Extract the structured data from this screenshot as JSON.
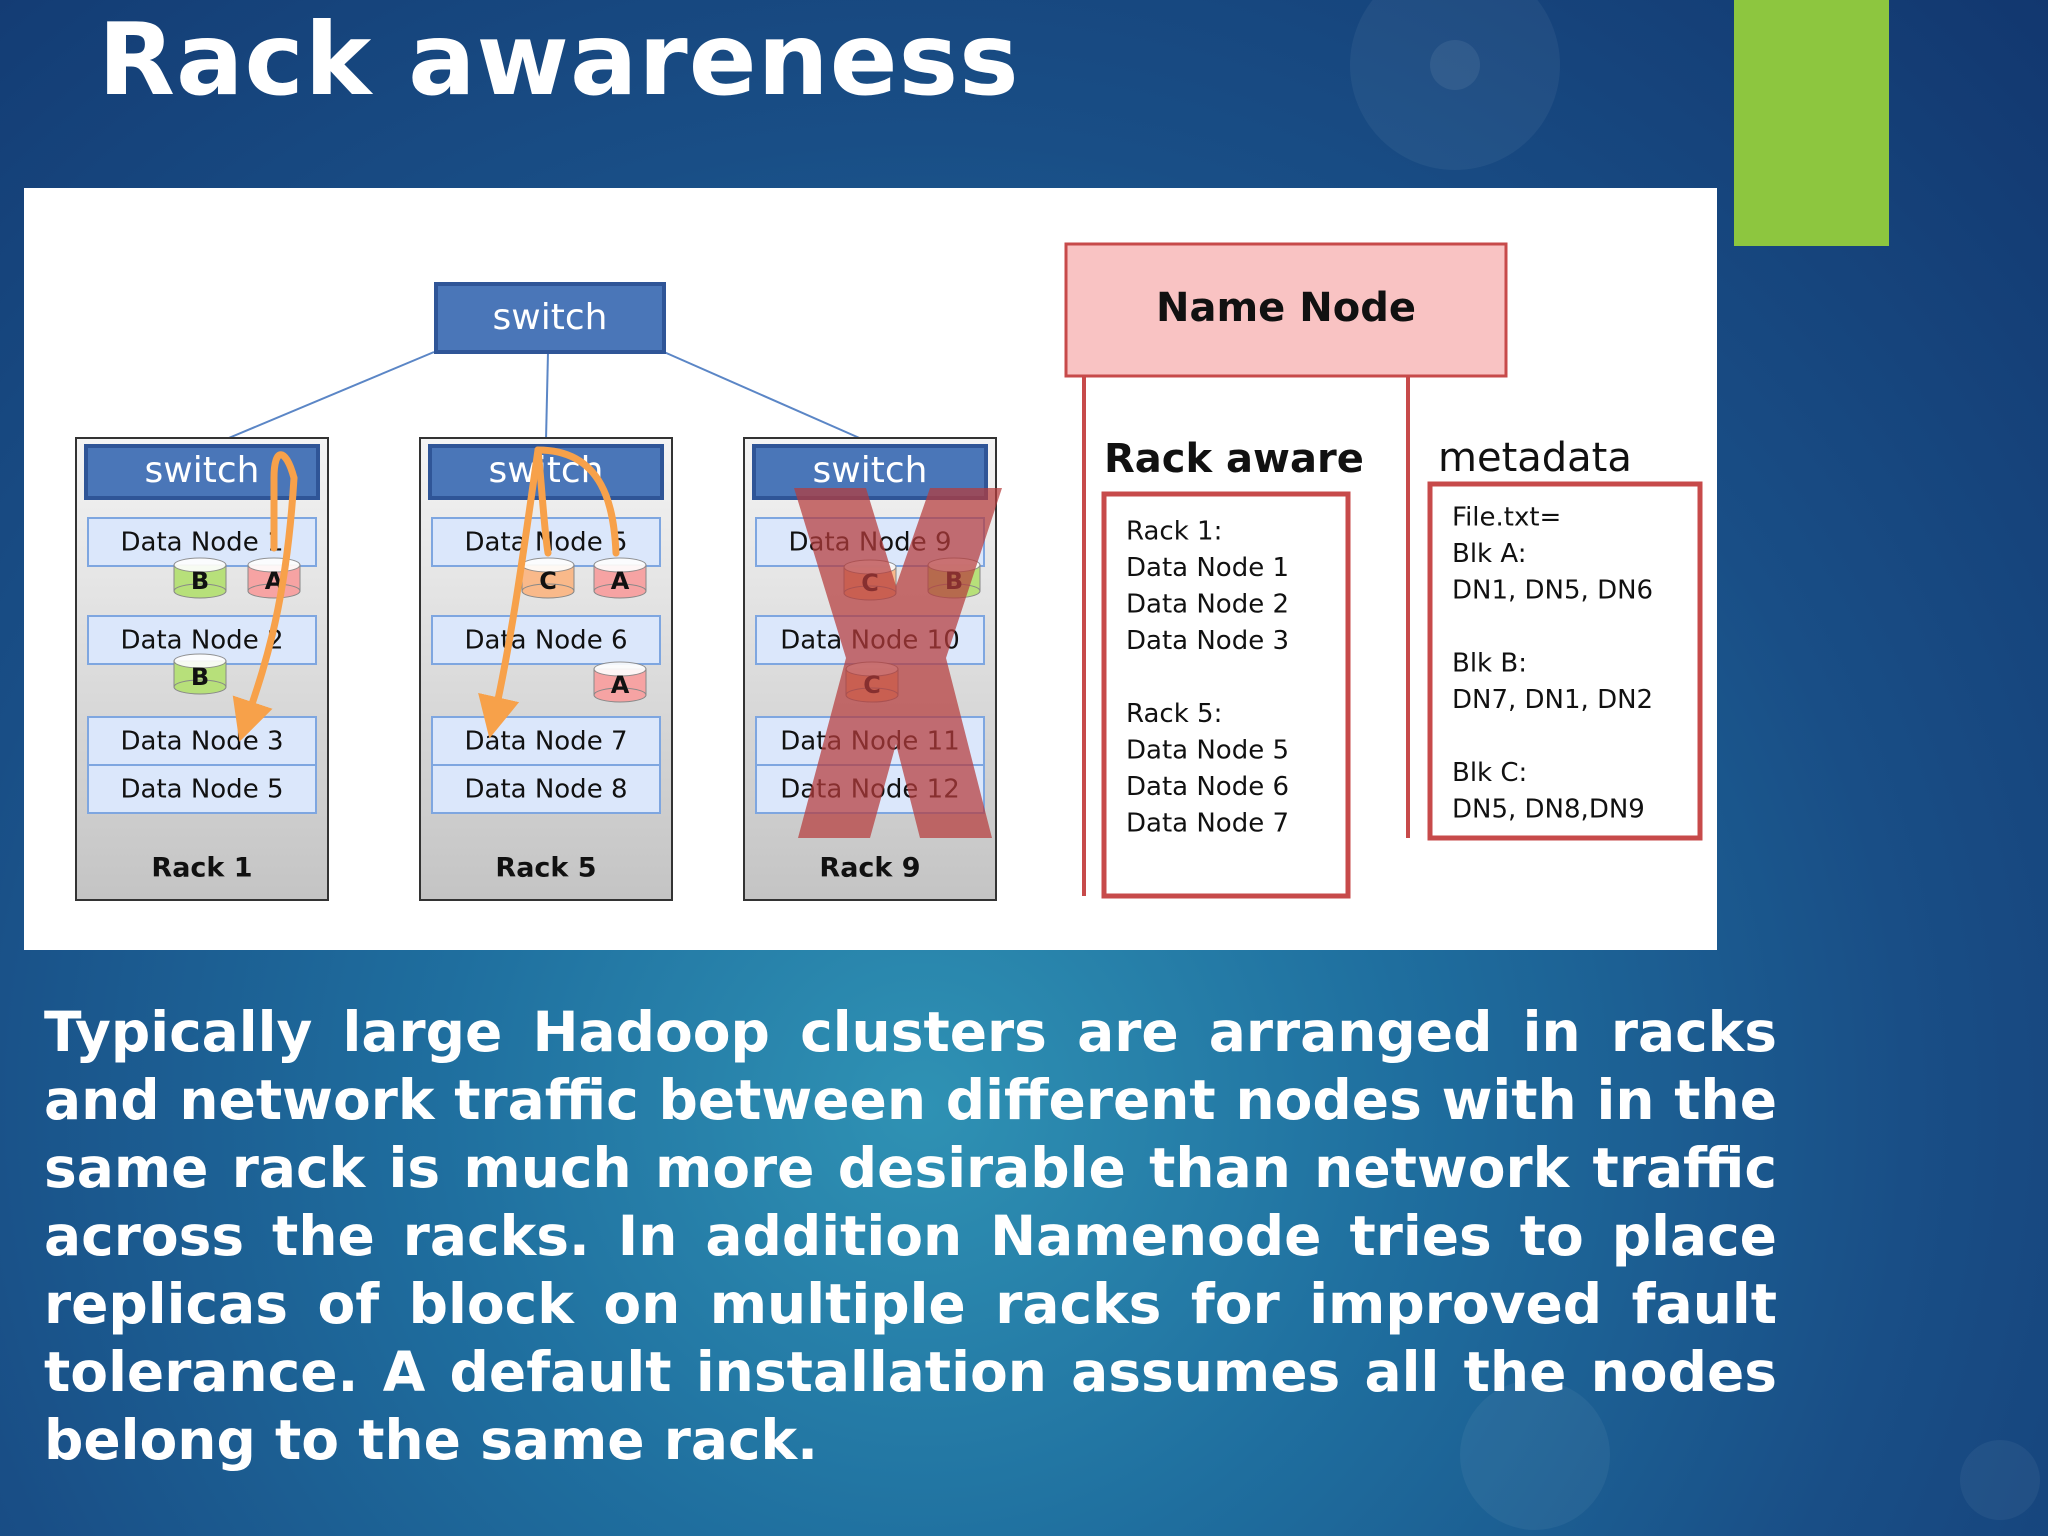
{
  "slide": {
    "title": "Rack awareness",
    "body": "Typically large Hadoop clusters are arranged in racks and network traffic between different nodes with in the same rack is much more desirable than network traffic across the racks. In addition Namenode tries to place replicas of block on multiple racks for improved fault tolerance. A default installation assumes all the nodes belong to the same rack."
  },
  "diagram": {
    "top_switch": "switch",
    "racks": [
      {
        "switch": "switch",
        "label": "Rack 1",
        "nodes": [
          "Data Node 1",
          "Data Node 2",
          "Data Node 3",
          "Data Node 5"
        ],
        "blocks": [
          "B",
          "A",
          "B"
        ]
      },
      {
        "switch": "switch",
        "label": "Rack 5",
        "nodes": [
          "Data Node 5",
          "Data Node 6",
          "Data Node 7",
          "Data Node 8"
        ],
        "blocks": [
          "C",
          "A",
          "A"
        ]
      },
      {
        "switch": "switch",
        "label": "Rack 9",
        "failed": true,
        "nodes": [
          "Data Node 9",
          "Data Node 10",
          "Data Node 11",
          "Data Node 12"
        ],
        "blocks": [
          "C",
          "B",
          "C"
        ]
      }
    ],
    "name_node": {
      "title": "Name Node",
      "rack_aware": {
        "heading": "Rack aware",
        "lines": [
          "Rack 1:",
          "Data Node 1",
          "Data Node 2",
          "Data Node 3",
          "",
          "Rack 5:",
          "Data Node 5",
          "Data Node 6",
          "Data Node 7"
        ]
      },
      "metadata": {
        "heading": "metadata",
        "lines": [
          "File.txt=",
          "Blk A:",
          "DN1, DN5, DN6",
          "",
          "Blk B:",
          "DN7, DN1, DN2",
          "",
          "Blk C:",
          "DN5, DN8,DN9"
        ]
      }
    }
  },
  "colors": {
    "accent": "#8dc63f",
    "switch_fill": "#4a76b8",
    "node_fill": "#dbe7fb",
    "block_green": "#b7e07a",
    "block_red": "#f6a3a3",
    "block_orange": "#f9b98a",
    "arrow": "#f7a14a",
    "name_node_fill": "#f9c3c3",
    "outline_red": "#c74a4a",
    "fail_cross": "#b63b3b"
  }
}
